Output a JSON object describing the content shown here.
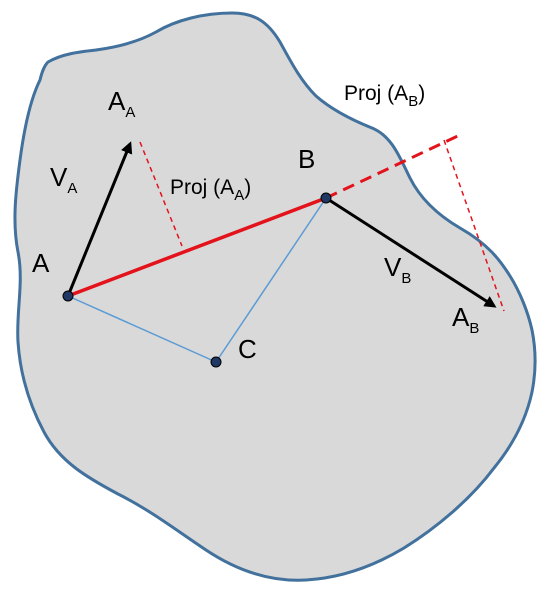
{
  "colors": {
    "body_fill": "#d9d9d9",
    "body_outline": "#41719c",
    "line_ab": "#e3121b",
    "projection": "#e3121b",
    "link_lines": "#5b9bd5",
    "vectors": "#000000",
    "points": "#1f3864"
  },
  "points": {
    "a": "A",
    "b": "B",
    "c": "C"
  },
  "vectors": {
    "va": {
      "main": "V",
      "sub": "A"
    },
    "vb": {
      "main": "V",
      "sub": "B"
    },
    "aa": {
      "main": "A",
      "sub": "A"
    },
    "ab": {
      "main": "A",
      "sub": "B"
    }
  },
  "projections": {
    "proj_a": {
      "main": "Proj (A",
      "sub": "A",
      "close": ")"
    },
    "proj_b": {
      "main": "Proj (A",
      "sub": "B",
      "close": ")"
    }
  }
}
